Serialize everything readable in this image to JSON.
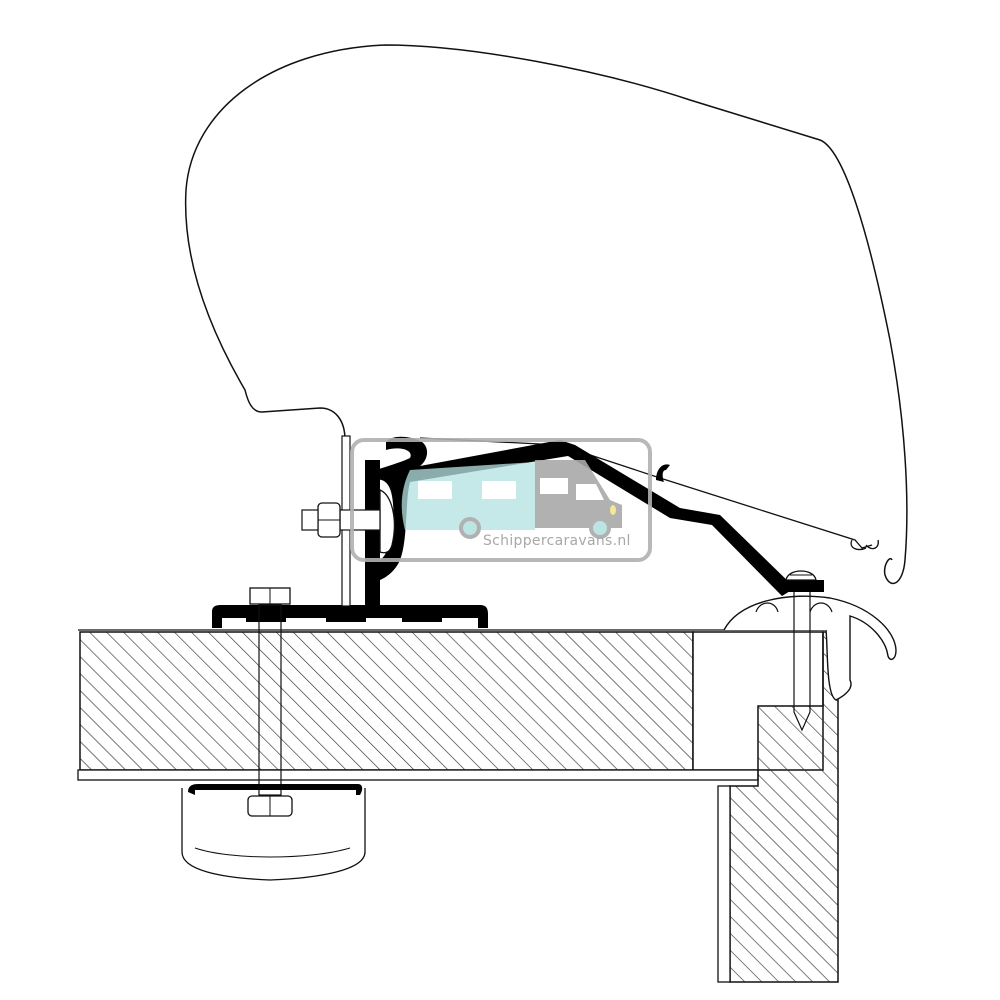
{
  "diagram": {
    "type": "cross-section",
    "subject": "awning mounting adapter on vehicle roof edge",
    "parts": [
      {
        "id": "awning-cassette",
        "label": "Awning cassette housing (outline)"
      },
      {
        "id": "adapter-rail",
        "label": "Adapter bracket profile (black)"
      },
      {
        "id": "mounting-plate",
        "label": "Base mounting plate with bolt"
      },
      {
        "id": "roof-panel",
        "label": "Roof panel (hatched section)"
      },
      {
        "id": "side-wall",
        "label": "Side wall (hatched section)"
      },
      {
        "id": "edge-rail",
        "label": "Roof edge rail profile with screw"
      },
      {
        "id": "counter-plate",
        "label": "Inner counter plate with nut"
      }
    ],
    "colors": {
      "line": "#000000",
      "fill": "#000000",
      "hatch": "#333333",
      "background": "#ffffff"
    }
  },
  "watermark": {
    "text": "Schippercaravans.nl",
    "colors": {
      "frame": "#b0b0b0",
      "caravan": "#b4e2e0",
      "motorhome": "#a9a9a9",
      "headlight": "#f3e58a",
      "text": "#a8a8a8"
    }
  }
}
